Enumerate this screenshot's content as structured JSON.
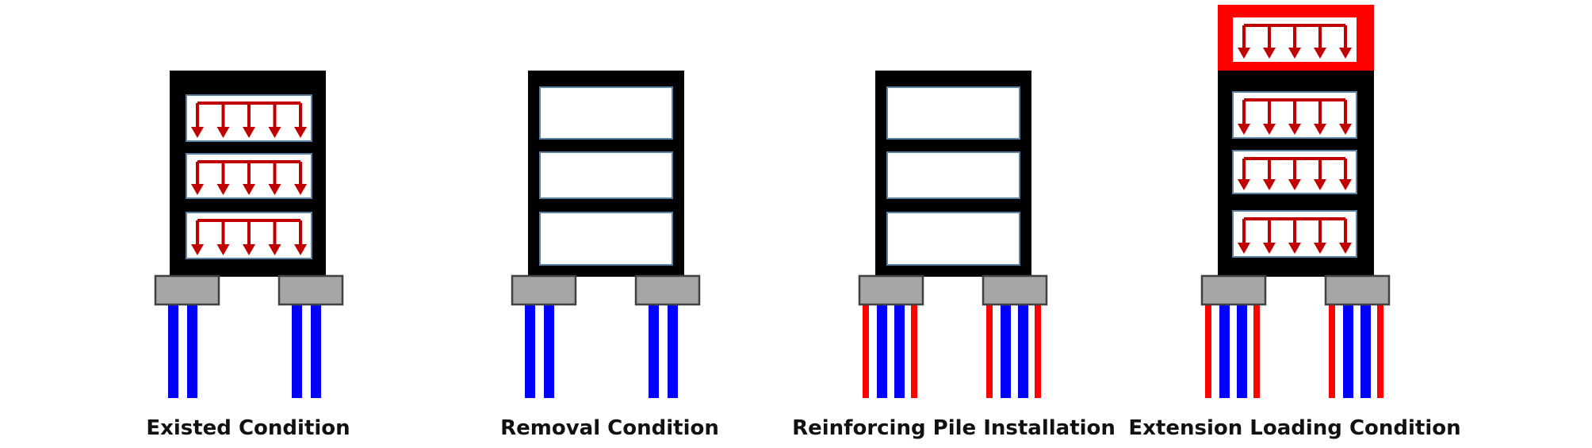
{
  "stages": [
    {
      "id": "existed",
      "caption": "Existed Condition",
      "floor_loads": [
        true,
        true,
        true
      ],
      "top_extension": false,
      "reinforcing_piles": false
    },
    {
      "id": "removal",
      "caption": "Removal Condition",
      "floor_loads": [
        false,
        false,
        false
      ],
      "top_extension": false,
      "reinforcing_piles": false
    },
    {
      "id": "reinforcing",
      "caption": "Reinforcing Pile Installation",
      "floor_loads": [
        false,
        false,
        false
      ],
      "top_extension": false,
      "reinforcing_piles": true
    },
    {
      "id": "extension",
      "caption": "Extension Loading Condition",
      "floor_loads": [
        true,
        true,
        true
      ],
      "top_extension": true,
      "reinforcing_piles": true
    }
  ],
  "colors": {
    "frame": "#000000",
    "room_fill": "#ffffff",
    "room_border": "#5b83a6",
    "load_arrow": "#c00000",
    "extension_block": "#ff0000",
    "footing_fill": "#a6a6a6",
    "footing_border": "#404040",
    "existing_pile": "#0000ff",
    "reinforcing_pile": "#ff0000"
  }
}
